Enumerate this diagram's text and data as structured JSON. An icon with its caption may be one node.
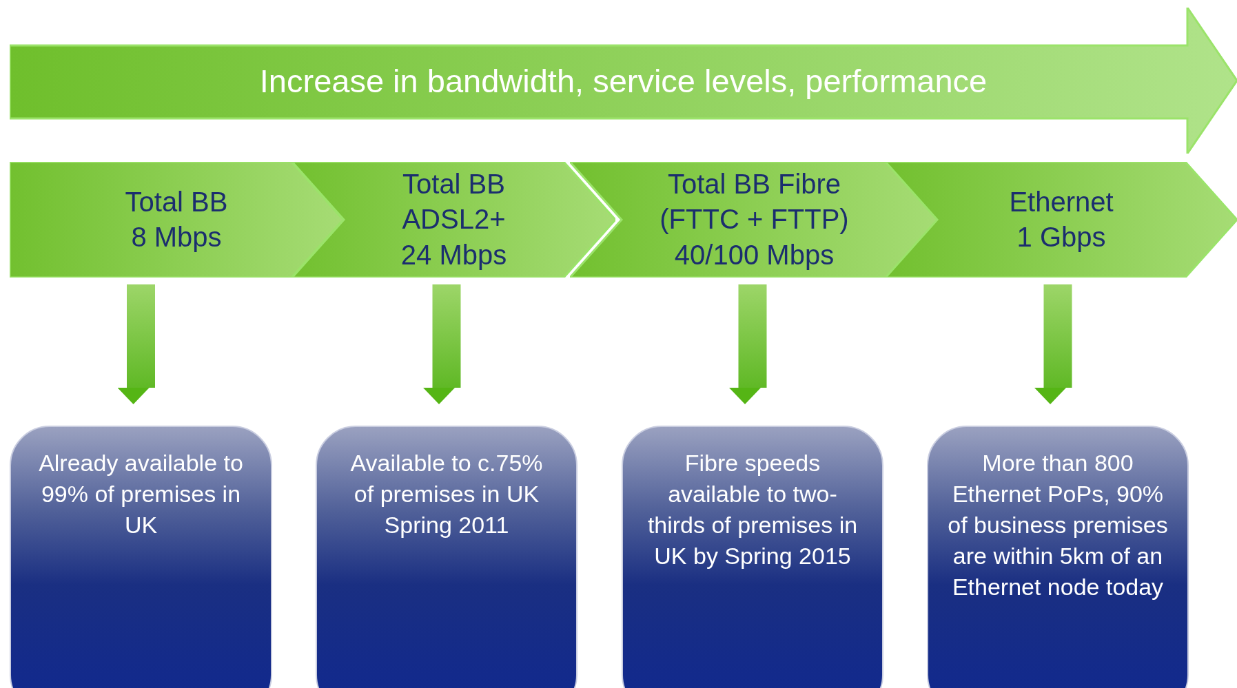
{
  "diagram": {
    "nodes": [
      {
        "text": [
          "Increase in bandwidth, service levels, performance"
        ]
      },
      {
        "text": [
          "Total BB",
          "8 Mbps"
        ]
      },
      {
        "text": [
          "Total BB ADSL2+",
          "24 Mbps"
        ]
      },
      {
        "text": [
          "Total BB Fibre (FTTC + FTTP)",
          "40/100 Mbps"
        ]
      },
      {
        "text": [
          "Ethernet",
          "1 Gbps"
        ]
      },
      {
        "text": [
          "Already available to 99% of premises in UK"
        ]
      },
      {
        "text": [
          "Available to c.75% of premises in UK Spring 2011"
        ]
      },
      {
        "text": [
          "Fibre speeds available to two-thirds of premises in UK by Spring 2015"
        ]
      },
      {
        "text": [
          "More than 800 Ethernet PoPs, 90% of business premises are within 5km of an Ethernet node today"
        ]
      }
    ],
    "edges": [
      {
        "from": 1,
        "to": 5,
        "arrow": "to"
      },
      {
        "from": 2,
        "to": 6,
        "arrow": "to"
      },
      {
        "from": 3,
        "to": 7,
        "arrow": "to"
      },
      {
        "from": 4,
        "to": 8,
        "arrow": "to"
      }
    ]
  }
}
